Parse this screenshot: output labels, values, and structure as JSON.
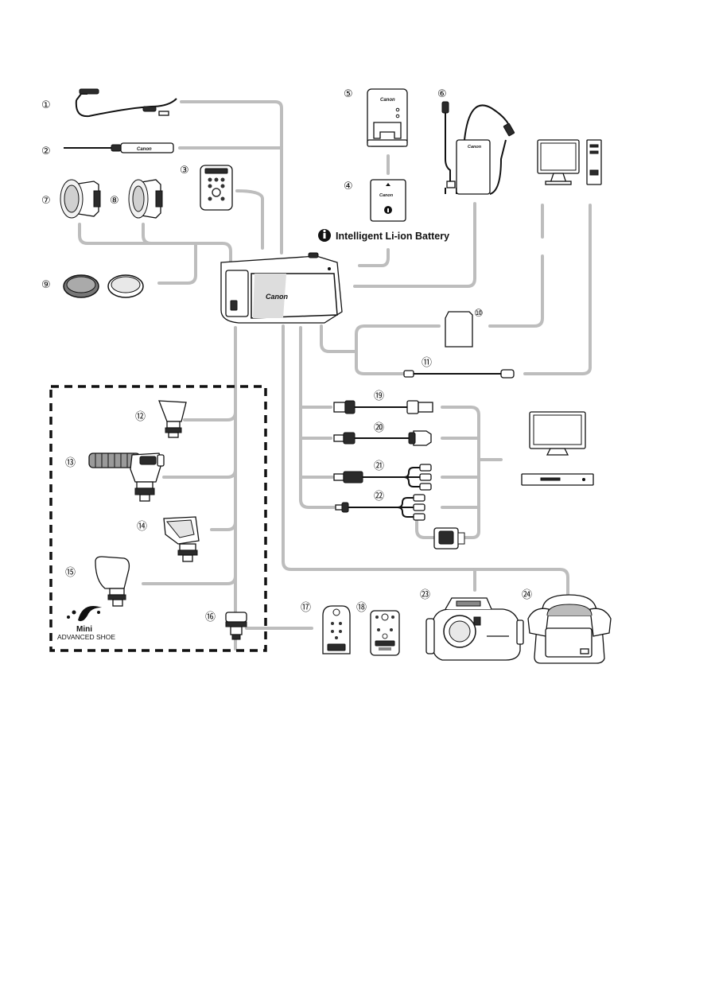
{
  "labels": {
    "battery": "Intelligent Li-ion Battery",
    "shoe_line1": "Mini",
    "shoe_line2": "ADVANCED SHOE",
    "brand": "Canon"
  },
  "items": [
    {
      "id": "1",
      "num": "①"
    },
    {
      "id": "2",
      "num": "②"
    },
    {
      "id": "3",
      "num": "③"
    },
    {
      "id": "4",
      "num": "④"
    },
    {
      "id": "5",
      "num": "⑤"
    },
    {
      "id": "6",
      "num": "⑥"
    },
    {
      "id": "7",
      "num": "⑦"
    },
    {
      "id": "8",
      "num": "⑧"
    },
    {
      "id": "9",
      "num": "⑨"
    },
    {
      "id": "10",
      "num": "⑩"
    },
    {
      "id": "11",
      "num": "⑪"
    },
    {
      "id": "12",
      "num": "⑫"
    },
    {
      "id": "13",
      "num": "⑬"
    },
    {
      "id": "14",
      "num": "⑭"
    },
    {
      "id": "15",
      "num": "⑮"
    },
    {
      "id": "16",
      "num": "⑯"
    },
    {
      "id": "17",
      "num": "⑰"
    },
    {
      "id": "18",
      "num": "⑱"
    },
    {
      "id": "19",
      "num": "⑲"
    },
    {
      "id": "20",
      "num": "⑳"
    },
    {
      "id": "21",
      "num": "㉑"
    },
    {
      "id": "22",
      "num": "㉒"
    },
    {
      "id": "23",
      "num": "㉓"
    },
    {
      "id": "24",
      "num": "㉔"
    }
  ],
  "colors": {
    "connector": "#bdbdbd",
    "ink": "#111111"
  }
}
